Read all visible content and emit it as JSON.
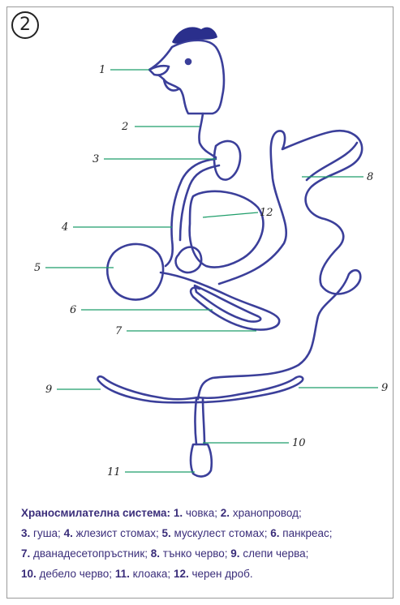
{
  "figure": {
    "badge": "2",
    "labels": [
      "1",
      "2",
      "3",
      "4",
      "5",
      "6",
      "7",
      "8",
      "9",
      "9",
      "10",
      "11",
      "12"
    ]
  },
  "caption": {
    "title": "Храносмилателна система:",
    "items": [
      {
        "num": "1.",
        "text": "човка;"
      },
      {
        "num": "2.",
        "text": "хранопровод;"
      },
      {
        "num": "3.",
        "text": "гуша;"
      },
      {
        "num": "4.",
        "text": "жлезист стомах;"
      },
      {
        "num": "5.",
        "text": "мускулест стомах;"
      },
      {
        "num": "6.",
        "text": "панкреас;"
      },
      {
        "num": "7.",
        "text": "дванадесетопръстник;"
      },
      {
        "num": "8.",
        "text": "тънко черво;"
      },
      {
        "num": "9.",
        "text": "слепи черва;"
      },
      {
        "num": "10.",
        "text": "дебело черво;"
      },
      {
        "num": "11.",
        "text": "клоака;"
      },
      {
        "num": "12.",
        "text": "черен дроб."
      }
    ]
  },
  "colors": {
    "organ": "#3b3f9a",
    "leader": "#1f9e6a",
    "caption": "#3a2d7a",
    "comb": "#2a2f8c"
  }
}
